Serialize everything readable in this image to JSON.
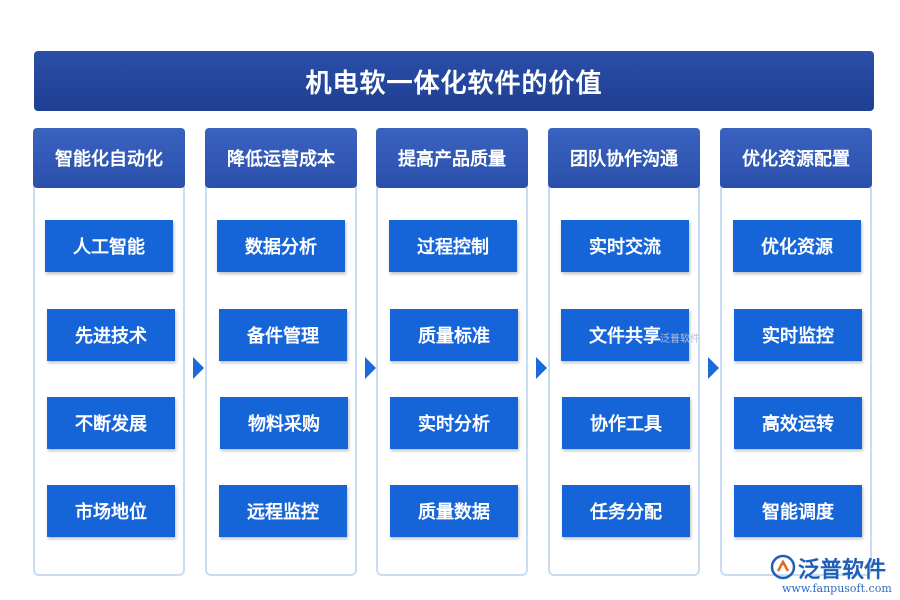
{
  "title": "机电软一体化软件的价值",
  "columns": [
    {
      "heading": "智能化自动化",
      "items": [
        "人工智能",
        "先进技术",
        "不断发展",
        "市场地位"
      ]
    },
    {
      "heading": "降低运营成本",
      "items": [
        "数据分析",
        "备件管理",
        "物料采购",
        "远程监控"
      ]
    },
    {
      "heading": "提高产品质量",
      "items": [
        "过程控制",
        "质量标准",
        "实时分析",
        "质量数据"
      ]
    },
    {
      "heading": "团队协作沟通",
      "items": [
        "实时交流",
        "文件共享",
        "协作工具",
        "任务分配"
      ]
    },
    {
      "heading": "优化资源配置",
      "items": [
        "优化资源",
        "实时监控",
        "高效运转",
        "智能调度"
      ]
    }
  ],
  "watermark": "泛普软件",
  "logo": {
    "name": "泛普软件",
    "url": "www.fanpusoft.com"
  },
  "colors": {
    "title_bg": "#1e3f92",
    "header_bg": "#2a50ab",
    "item_bg": "#1565d8",
    "border": "#c9dcf2"
  }
}
